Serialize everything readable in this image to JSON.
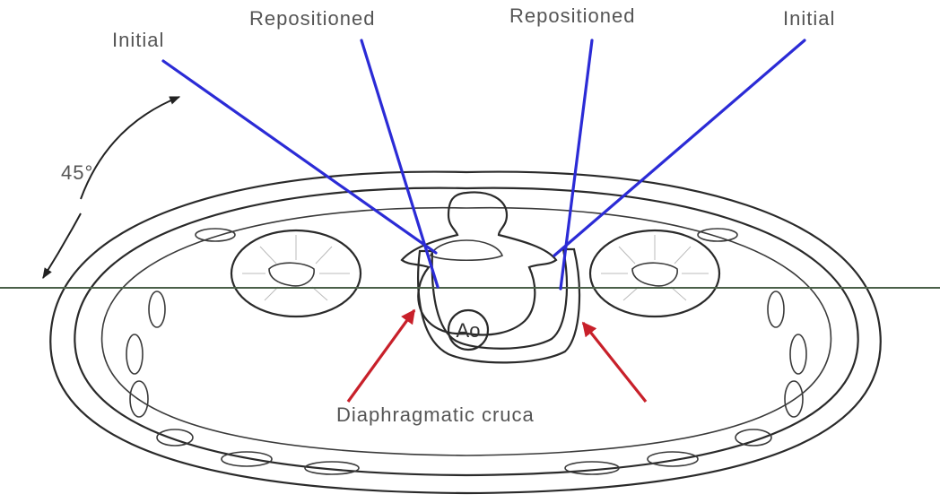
{
  "labels": {
    "initial_left": "Initial",
    "repositioned_left": "Repositioned",
    "repositioned_right": "Repositioned",
    "initial_right": "Initial",
    "angle": "45°",
    "aorta": "Ao",
    "caption": "Diaphragmatic cruca"
  },
  "colors": {
    "needle": "#2b2bd6",
    "arrow": "#c8202a",
    "horizon": "#4a6048",
    "ink": "#2a2a2a",
    "text": "#555555"
  }
}
